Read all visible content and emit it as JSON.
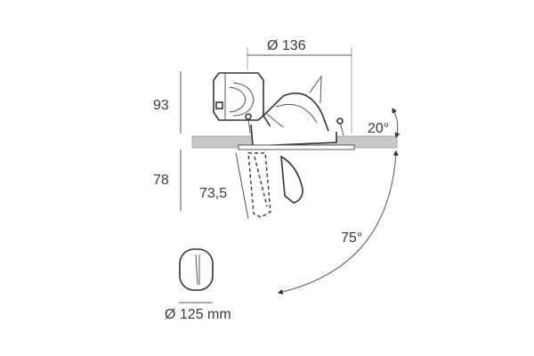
{
  "dimensions": {
    "top_diameter": "Ø 136",
    "height_above": "93",
    "depth_below": "78",
    "tilt_depth": "73,5",
    "tilt_angle_small": "20°",
    "rotation_angle": "75°",
    "cutout_diameter": "Ø 125 mm"
  },
  "colors": {
    "ceiling": "#c8c8c8",
    "line": "#555555",
    "text": "#3a3a3a"
  }
}
